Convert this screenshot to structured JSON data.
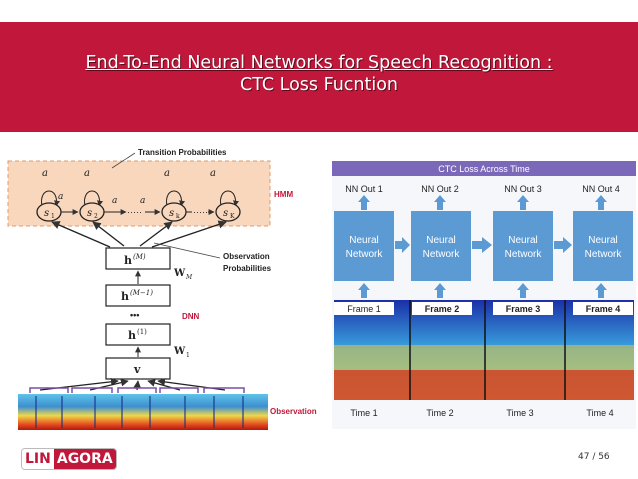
{
  "slide": {
    "title_line1": "End-To-End Neural Networks for Speech Recognition :",
    "title_line2": "CTC Loss Fucntion",
    "page_number": "47 / 56",
    "colors": {
      "accent": "#c1173a",
      "hmm_fill": "#f9d7bd",
      "nn_box": "#5c9ad4",
      "ctc_bar": "#7b68b8"
    }
  },
  "logo": {
    "part1": "LIN",
    "part2": "AGORA"
  },
  "left_diagram": {
    "transition_label": "Transition Probabilities",
    "observation_label_1": "Observation",
    "observation_label_2": "Probabilities",
    "hmm_label": "HMM",
    "dnn_label": "DNN",
    "observation_label": "Observation",
    "a11": "a",
    "states": [
      "s",
      "s",
      "s",
      "s"
    ],
    "state_subs": [
      "1",
      "2",
      "k",
      "K"
    ],
    "dots": "·····",
    "layer_M": "h",
    "layer_M_sup": "(M)",
    "layer_M1": "h",
    "layer_M1_sup": "(M−1)",
    "layer_1": "h",
    "layer_1_sup": "(1)",
    "layer_v": "v",
    "vdots": "•••",
    "w_M": "W",
    "w_M_sub": "M",
    "w_1": "W",
    "w_1_sub": "1"
  },
  "right_diagram": {
    "header": "CTC Loss Across Time",
    "nn_outs": [
      "NN Out 1",
      "NN Out 2",
      "NN Out 3",
      "NN Out 4"
    ],
    "nn_line1": "Neural",
    "nn_line2": "Network",
    "frames": [
      "Frame 1",
      "Frame 2",
      "Frame 3",
      "Frame 4"
    ],
    "times": [
      "Time 1",
      "Time 2",
      "Time 3",
      "Time 4"
    ]
  }
}
